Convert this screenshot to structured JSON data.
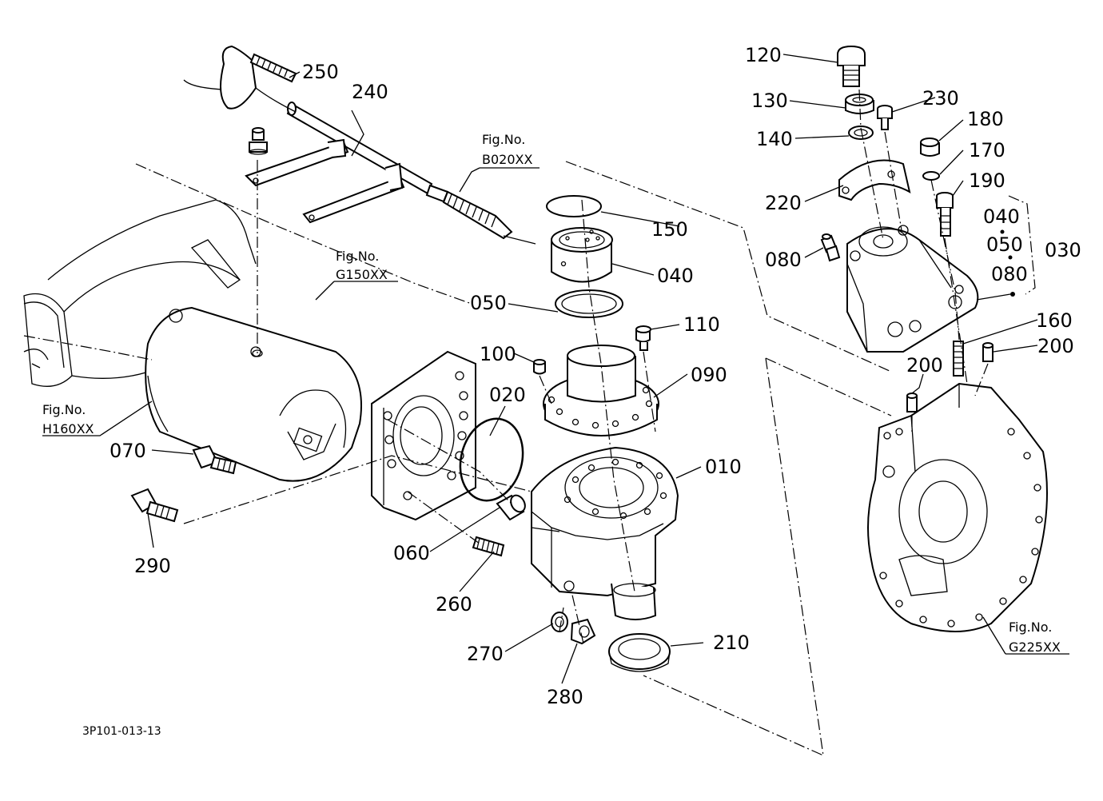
{
  "drawing_code": "3P101-013-13",
  "figure_refs": [
    {
      "label": "Fig.No.",
      "code": "B020XX"
    },
    {
      "label": "Fig.No.",
      "code": "G150XX"
    },
    {
      "label": "Fig.No.",
      "code": "H160XX"
    },
    {
      "label": "Fig.No.",
      "code": "G225XX"
    }
  ],
  "callouts": {
    "p010": "010",
    "p020": "020",
    "p040a": "040",
    "p050a": "050",
    "p060": "060",
    "p070": "070",
    "p080": "080",
    "p090": "090",
    "p100": "100",
    "p110": "110",
    "p120": "120",
    "p130": "130",
    "p140": "140",
    "p150": "150",
    "p160": "160",
    "p170": "170",
    "p180": "180",
    "p190": "190",
    "p200a": "200",
    "p200b": "200",
    "p210": "210",
    "p220": "220",
    "p230": "230",
    "p240": "240",
    "p250": "250",
    "p260": "260",
    "p270": "270",
    "p280": "280",
    "p290": "290"
  },
  "assembly_group": {
    "items": [
      "040",
      "050",
      "080"
    ],
    "parent": "030"
  }
}
